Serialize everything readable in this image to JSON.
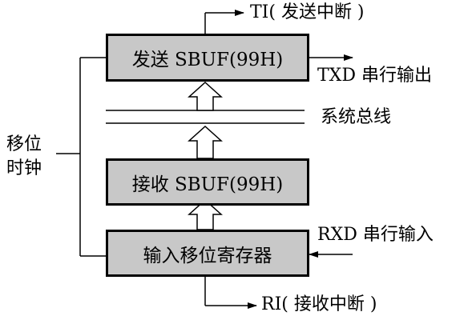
{
  "diagram": {
    "boxes": {
      "send_sbuf": "发送 SBUF(99H)",
      "receive_sbuf": "接收 SBUF(99H)",
      "input_shift_register": "输入移位寄存器"
    },
    "labels": {
      "ti": "TI( 发送中断 )",
      "txd": "TXD 串行输出",
      "system_bus": "系统总线",
      "shift_clock_line1": "移位",
      "shift_clock_line2": "时钟",
      "rxd": "RXD 串行输入",
      "ri": "RI( 接收中断 )"
    }
  }
}
